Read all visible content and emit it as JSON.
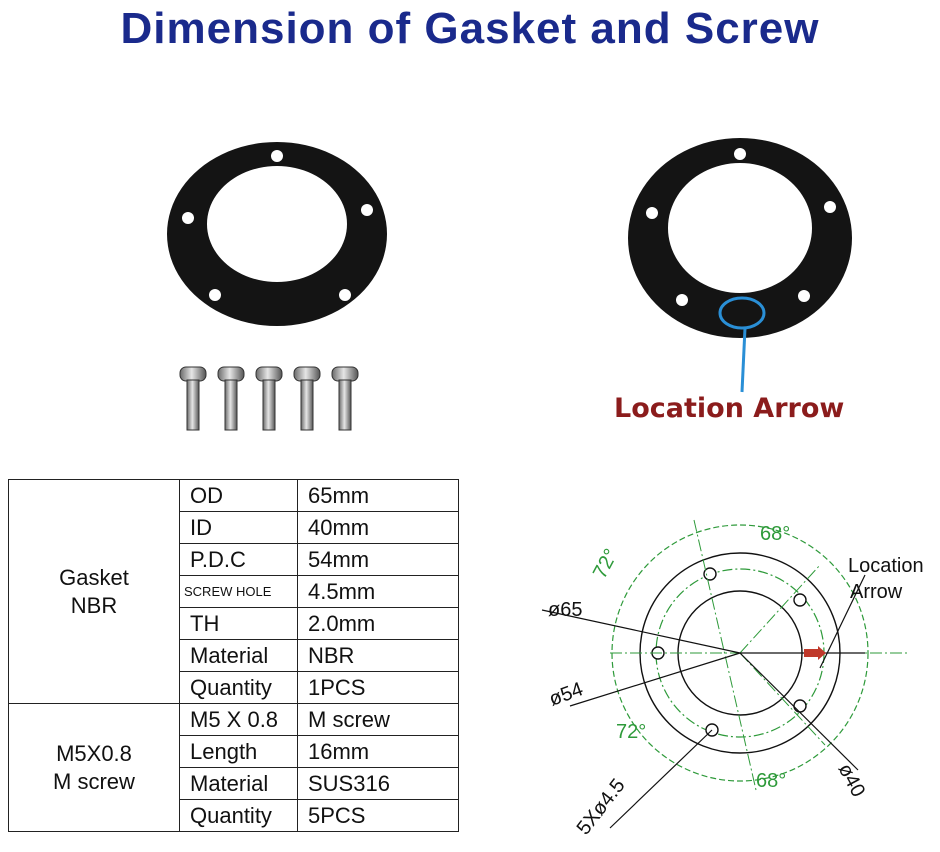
{
  "title": "Dimension of Gasket and Screw",
  "location_arrow_label": "Location Arrow",
  "table": {
    "gasket": {
      "group_line1": "Gasket",
      "group_line2": "NBR",
      "rows": [
        {
          "key": "OD",
          "value": "65mm"
        },
        {
          "key": "ID",
          "value": "40mm"
        },
        {
          "key": "P.D.C",
          "value": "54mm"
        },
        {
          "key": "SCREW HOLE",
          "value": "4.5mm"
        },
        {
          "key": "TH",
          "value": "2.0mm"
        },
        {
          "key": "Material",
          "value": "NBR"
        },
        {
          "key": "Quantity",
          "value": "1PCS"
        }
      ]
    },
    "screw": {
      "group_line1": "M5X0.8",
      "group_line2": "M screw",
      "rows": [
        {
          "key": "M5 X 0.8",
          "value": "M screw"
        },
        {
          "key": "Length",
          "value": "16mm"
        },
        {
          "key": "Material",
          "value": "SUS316"
        },
        {
          "key": "Quantity",
          "value": "5PCS"
        }
      ]
    }
  },
  "drawing": {
    "angle_top": "68°",
    "angle_left_top": "72°",
    "angle_left_bottom": "72°",
    "angle_bottom": "68°",
    "od_label": "ø65",
    "pdc_label": "ø54",
    "id_label": "ø40",
    "holes_label": "5Xø4.5",
    "location_line1": "Location",
    "location_line2": "Arrow"
  },
  "colors": {
    "title": "#1a2a8c",
    "location_label": "#8b1c1c",
    "location_circle": "#2a8fd6",
    "dimension_green": "#2e9a3a",
    "gasket": "#141414"
  }
}
